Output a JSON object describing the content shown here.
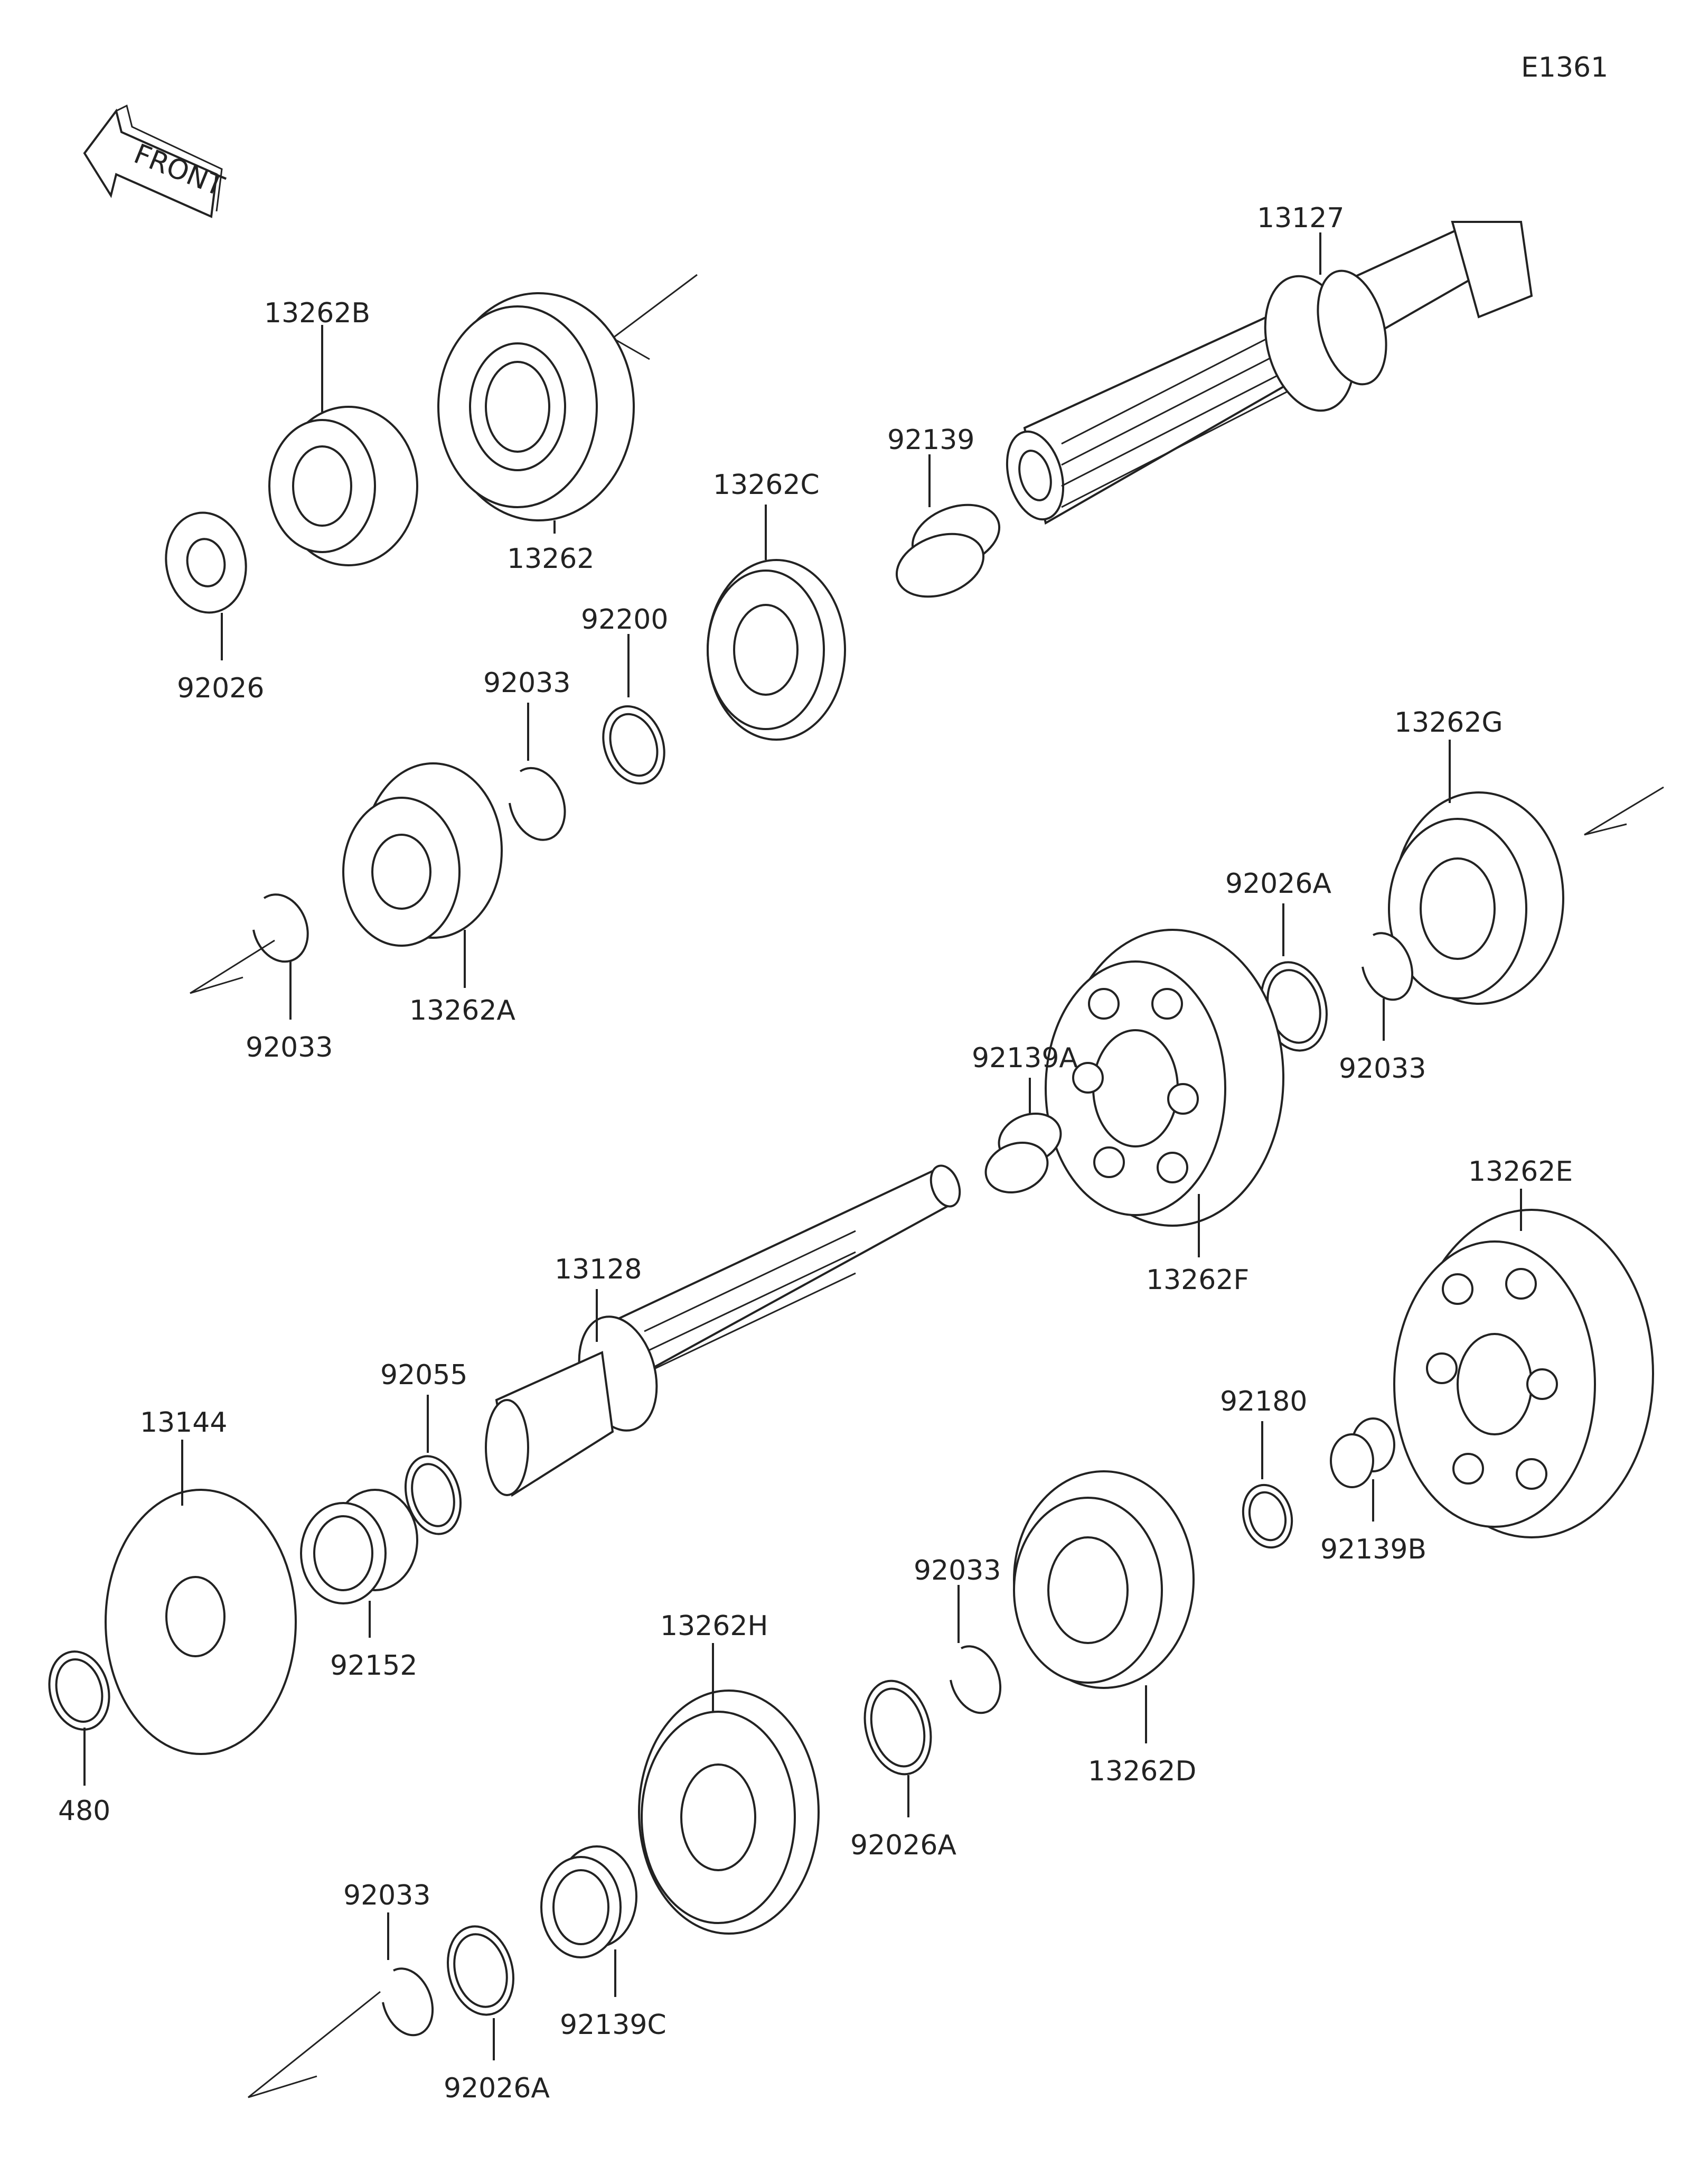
{
  "diagram_id": "E1361",
  "direction_label": "FRONT",
  "labels": {
    "p13127": "13127",
    "p13262B": "13262B",
    "p13262": "13262",
    "p92139": "92139",
    "p13262C": "13262C",
    "p92026": "92026",
    "p92200": "92200",
    "p92033_a": "92033",
    "p13262A": "13262A",
    "p92033_b": "92033",
    "p13262G": "13262G",
    "p92026A_a": "92026A",
    "p92033_c": "92033",
    "p92139A": "92139A",
    "p13262F": "13262F",
    "p13262E": "13262E",
    "p13128": "13128",
    "p92055": "92055",
    "p13144": "13144",
    "p92152": "92152",
    "p480": "480",
    "p92180": "92180",
    "p92139B": "92139B",
    "p92033_d": "92033",
    "p13262H": "13262H",
    "p13262D": "13262D",
    "p92026A_b": "92026A",
    "p92033_e": "92033",
    "p92139C": "92139C",
    "p92026A_c": "92026A"
  }
}
